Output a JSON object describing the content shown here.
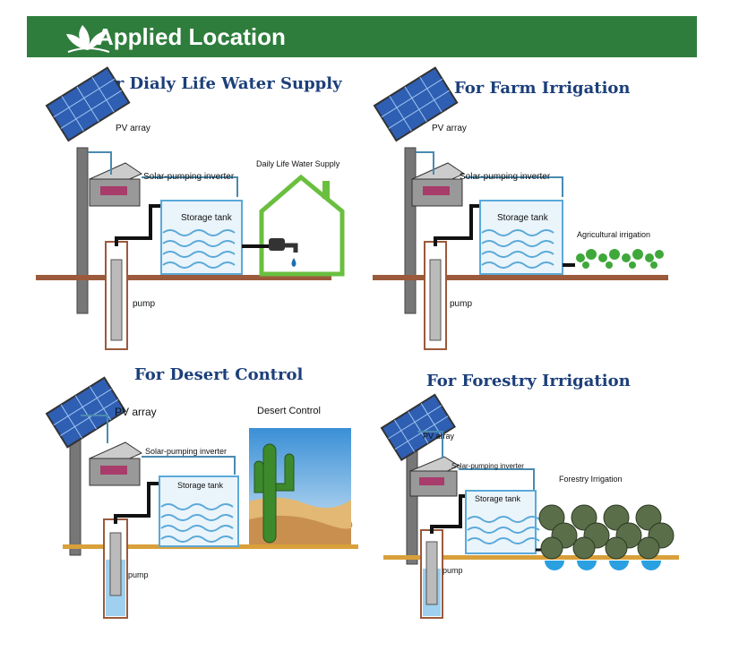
{
  "header": {
    "title": "Applied Location"
  },
  "panels": [
    {
      "title": "For Dialy Life Water Supply",
      "pv_label": "PV array",
      "inverter_label": "Solar-pumping inverter",
      "tank_label": "Storage tank",
      "pump_label": "pump",
      "application_label": "Daily Life Water Supply"
    },
    {
      "title": "For Farm Irrigation",
      "pv_label": "PV array",
      "inverter_label": "Solar-pumping inverter",
      "tank_label": "Storage tank",
      "pump_label": "pump",
      "application_label": "Agricultural irrigation"
    },
    {
      "title": "For Desert Control",
      "pv_label": "PV array",
      "inverter_label": "Solar-pumping inverter",
      "tank_label": "Storage tank",
      "pump_label": "pump",
      "application_label": "Desert Control"
    },
    {
      "title": "For Forestry Irrigation",
      "pv_label": "PV array",
      "inverter_label": "Solar-pumping inverter",
      "tank_label": "Storage tank",
      "pump_label": "pump",
      "application_label": "Forestry Irrigation"
    }
  ],
  "colors": {
    "banner": "#2e7d3c",
    "title": "#1c3f7a",
    "ground_brown": "#9b5a3c",
    "ground_gold": "#d9a03a",
    "water": "#5aa9d9",
    "house": "#6abf3f"
  }
}
